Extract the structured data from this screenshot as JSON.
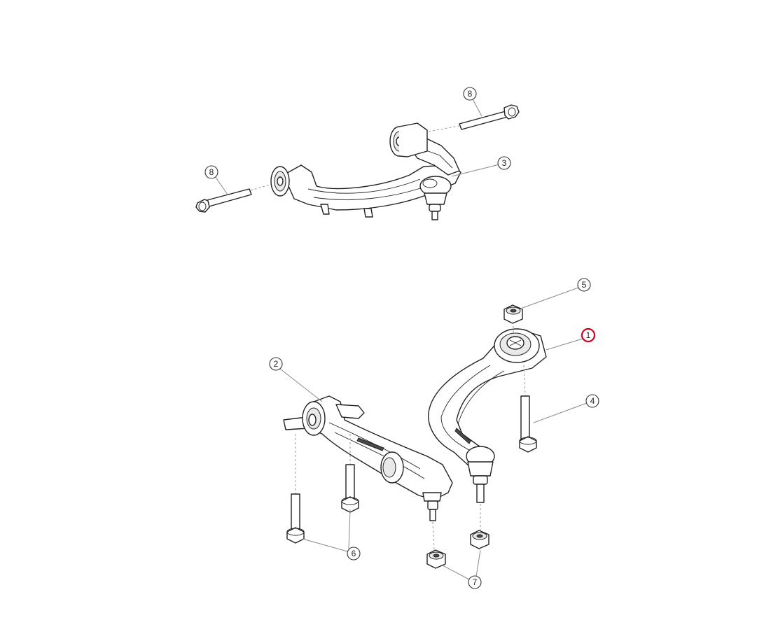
{
  "diagram": {
    "highlight_color": "#d0021b",
    "callouts": [
      {
        "id": "c8a",
        "label": "8",
        "highlighted": false
      },
      {
        "id": "c8b",
        "label": "8",
        "highlighted": false
      },
      {
        "id": "c3",
        "label": "3",
        "highlighted": false
      },
      {
        "id": "c5",
        "label": "5",
        "highlighted": false
      },
      {
        "id": "c1",
        "label": "1",
        "highlighted": true
      },
      {
        "id": "c2",
        "label": "2",
        "highlighted": false
      },
      {
        "id": "c4",
        "label": "4",
        "highlighted": false
      },
      {
        "id": "c6",
        "label": "6",
        "highlighted": false
      },
      {
        "id": "c7",
        "label": "7",
        "highlighted": false
      }
    ]
  }
}
